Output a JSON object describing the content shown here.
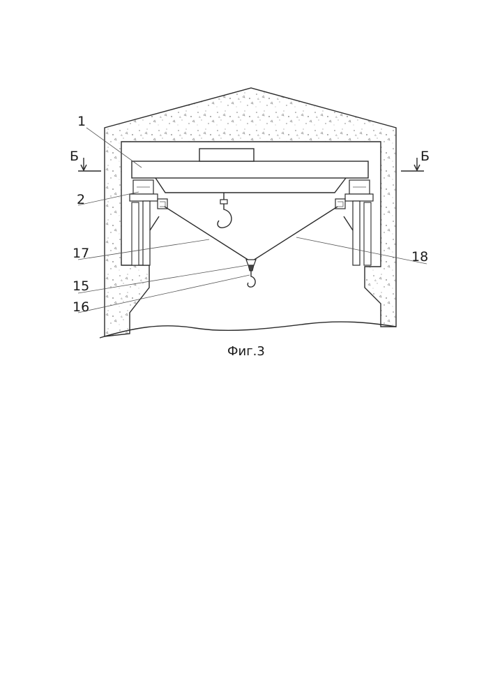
{
  "figure": {
    "caption": "Фиг.3",
    "section_mark_left": "Б",
    "section_mark_right": "Б",
    "callouts": [
      "1",
      "2",
      "17",
      "15",
      "16",
      "18"
    ]
  }
}
